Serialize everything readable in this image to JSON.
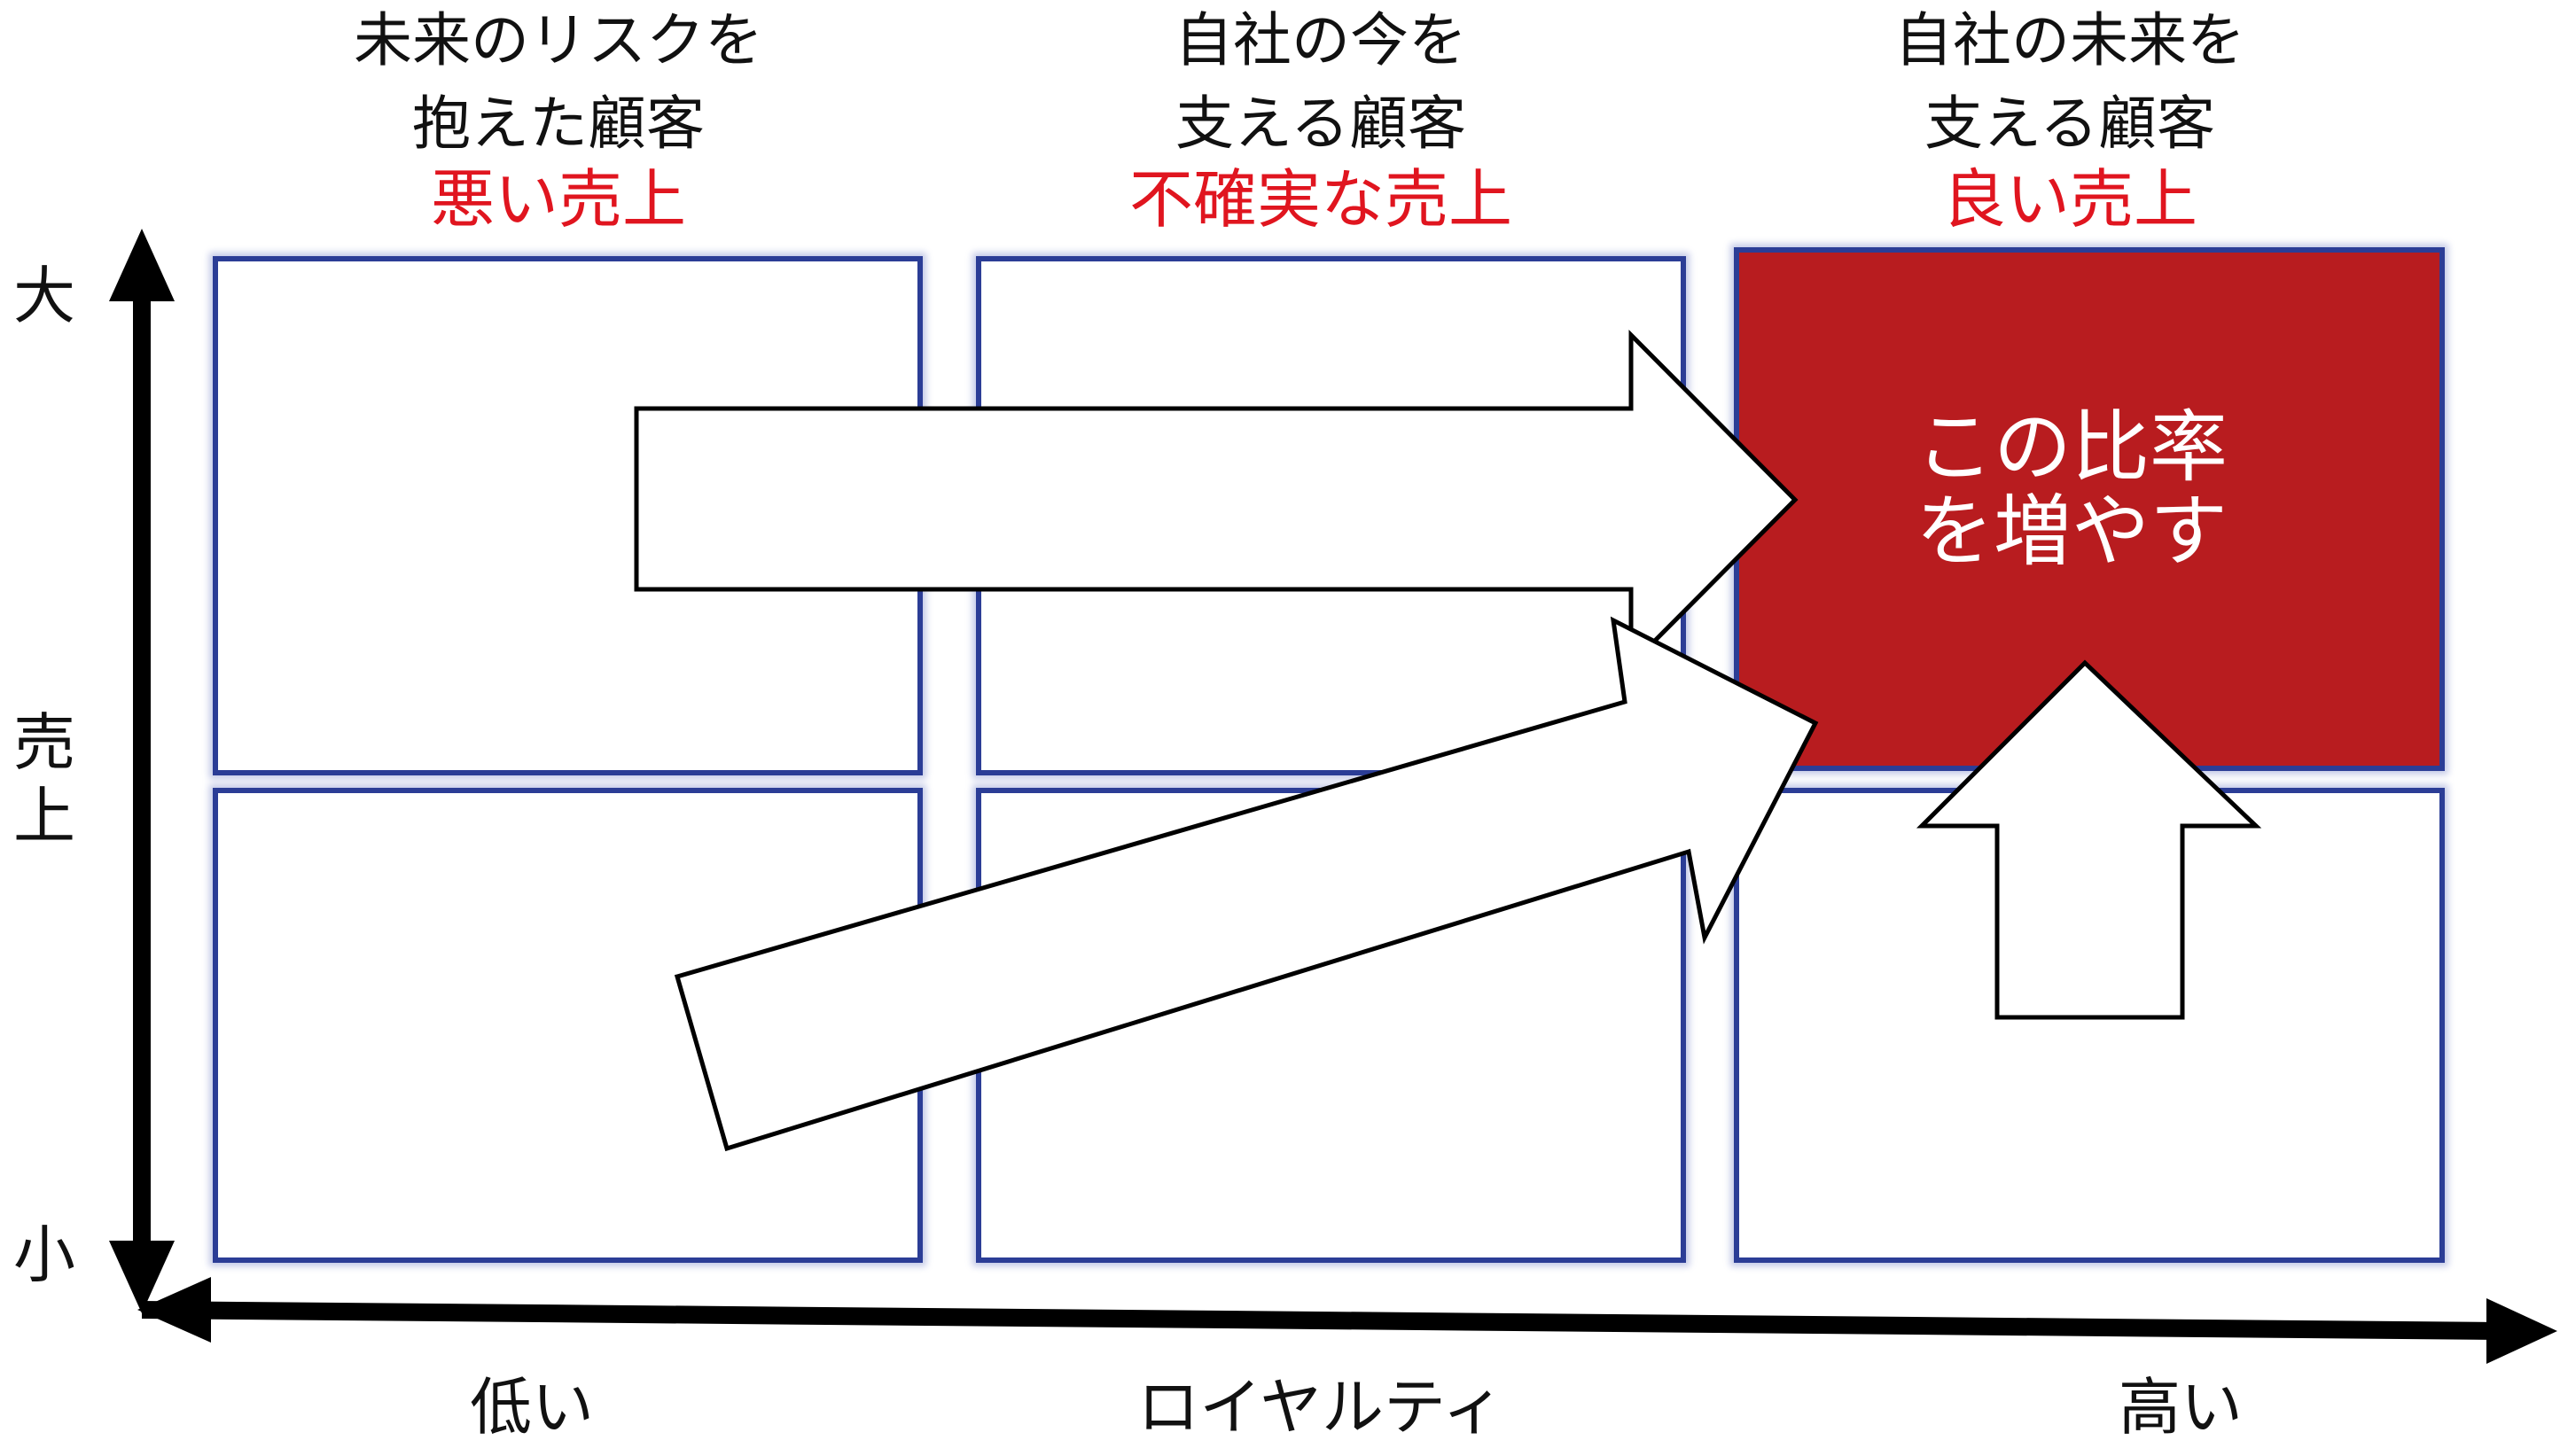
{
  "columns": [
    {
      "line1": "未来のリスクを",
      "line2": "抱えた顧客",
      "sales": "悪い売上"
    },
    {
      "line1": "自社の今を",
      "line2": "支える顧客",
      "sales": "不確実な売上"
    },
    {
      "line1": "自社の未来を",
      "line2": "支える顧客",
      "sales": "良い売上"
    }
  ],
  "y_axis": {
    "top": "大",
    "middle": [
      "売",
      "上"
    ],
    "bottom": "小"
  },
  "x_axis": {
    "left": "低い",
    "middle": "ロイヤルティ",
    "right": "高い"
  },
  "highlight": {
    "line1": "この比率",
    "line2": "を増やす"
  },
  "colors": {
    "cell_border": "#2b3d96",
    "highlight_fill": "#b81c1f",
    "sales_text": "#e0151f",
    "axis": "#000000"
  }
}
